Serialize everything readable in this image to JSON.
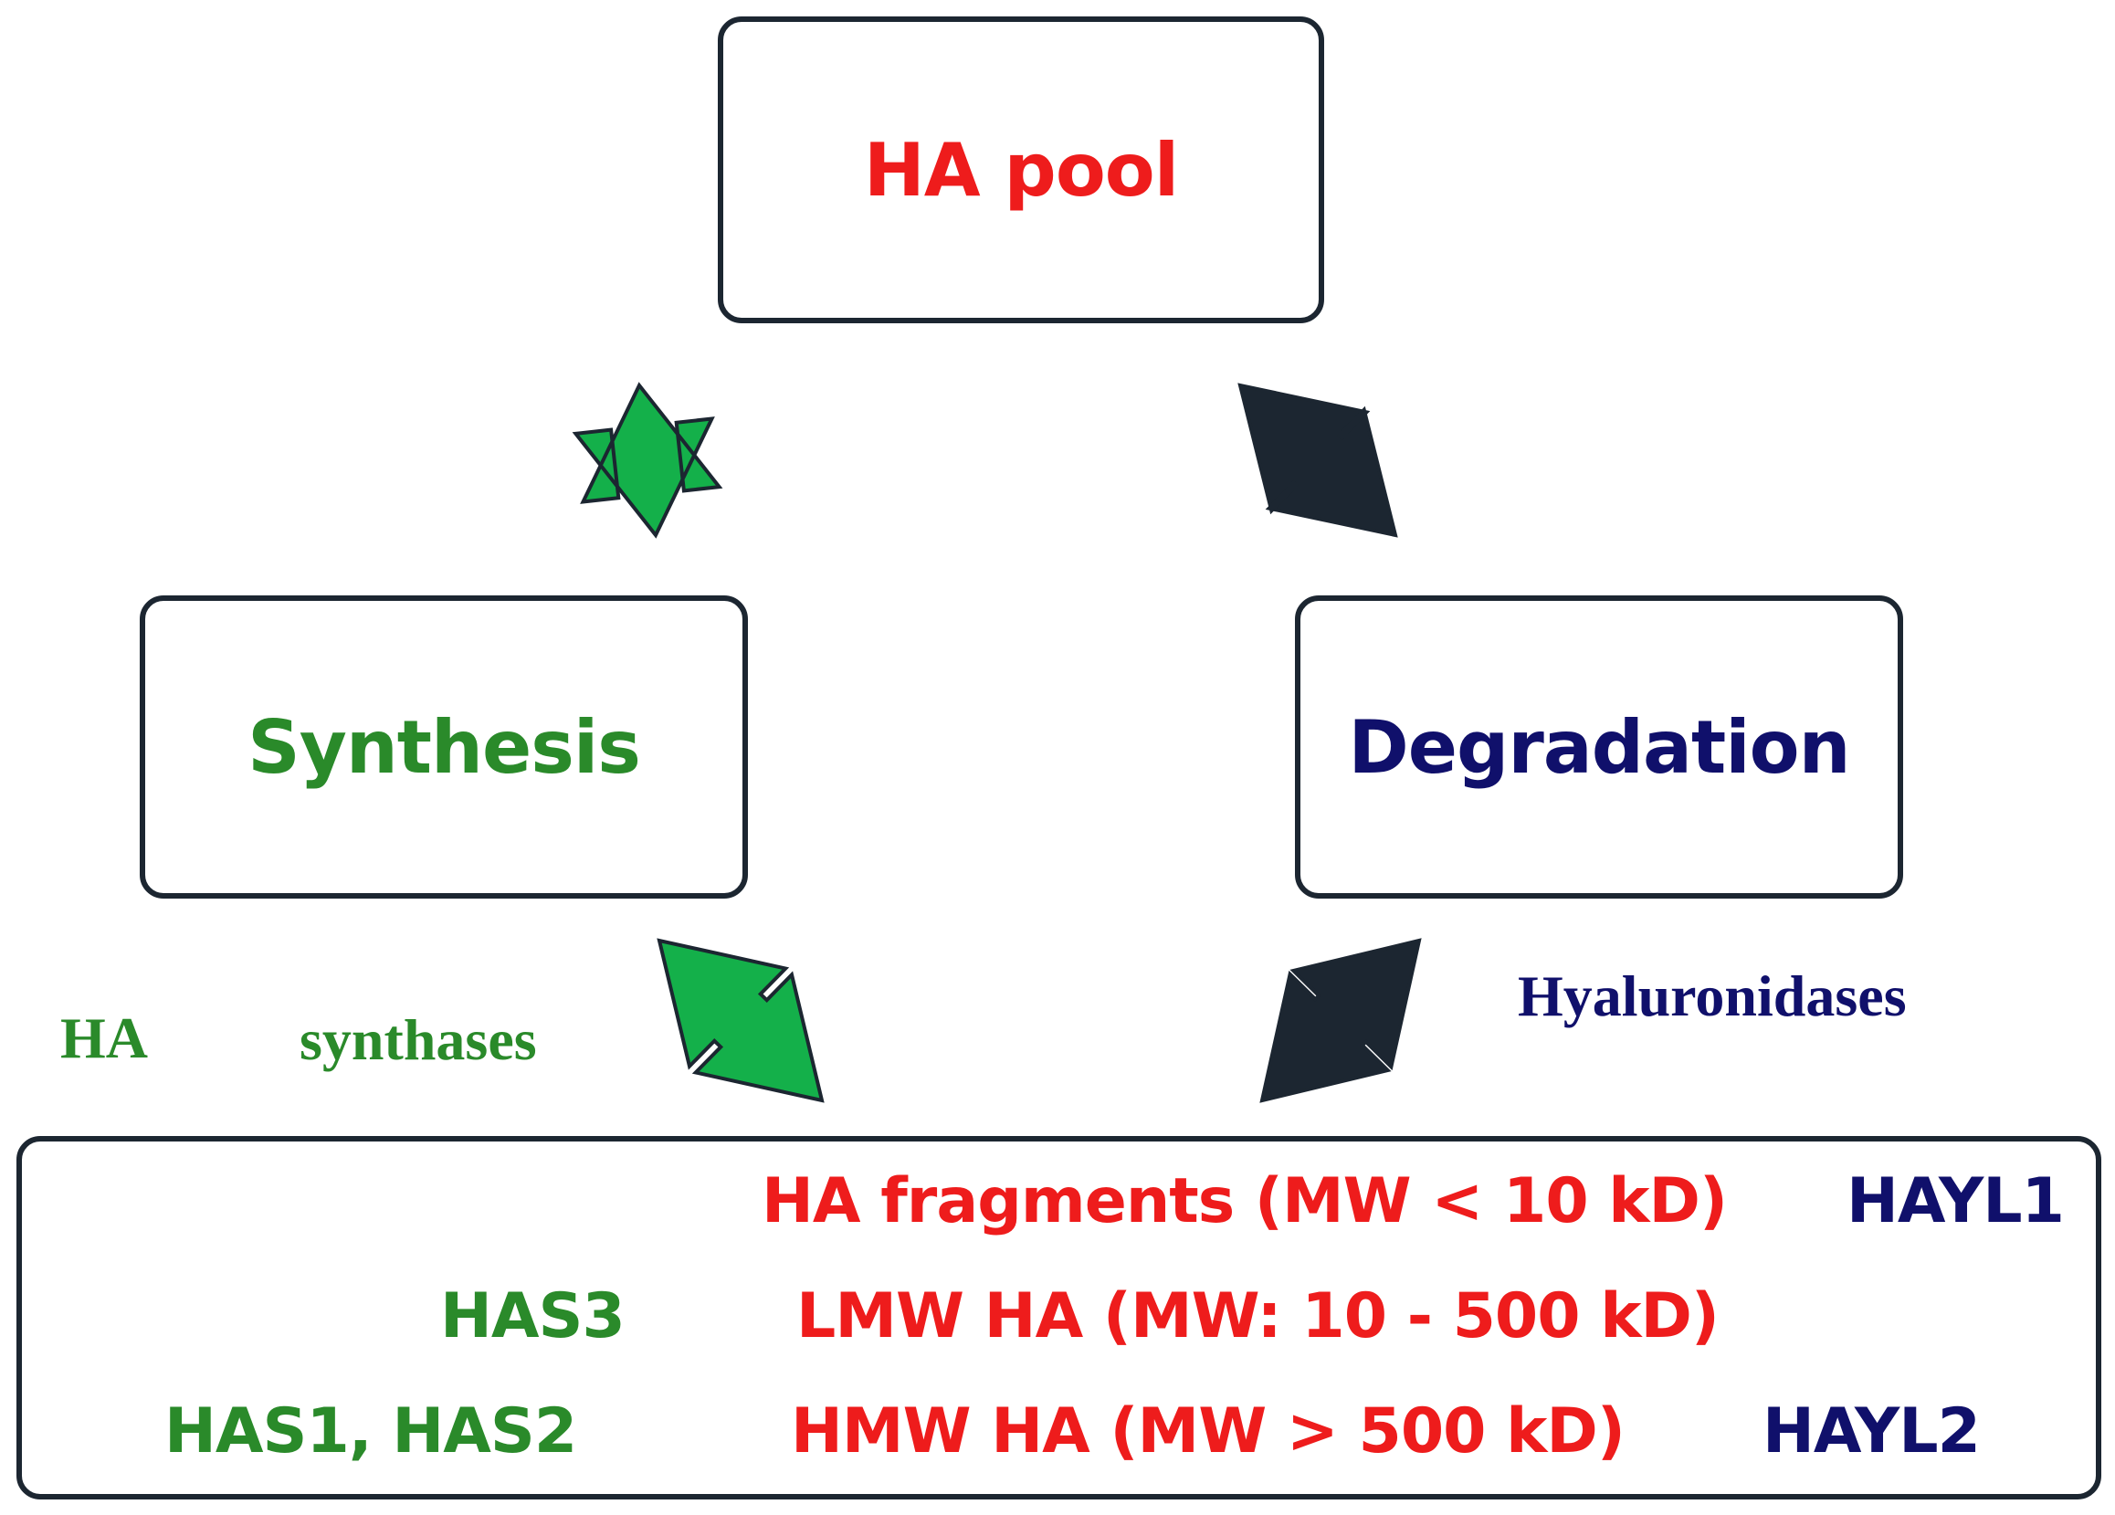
{
  "colors": {
    "red": "#ee1c1c",
    "green": "#2a8a2a",
    "navy": "#10106b",
    "green_arrow": "#14b04a",
    "dark_arrow": "#1c2631",
    "blue_arrow": "#2a73c9",
    "border": "#1c2631"
  },
  "pool": {
    "label": "HA pool"
  },
  "synthesis": {
    "label": "Synthesis"
  },
  "degradation": {
    "label": "Degradation"
  },
  "side_labels": {
    "ha": "HA",
    "synthases": "synthases",
    "hyaluronidases": "Hyaluronidases"
  },
  "rows": {
    "fragments": {
      "text": "HA fragments  (MW < 10 kD)",
      "enzyme": "HAYL1"
    },
    "lmw": {
      "text": "LMW HA  (MW: 10 - 500 kD)",
      "enzyme": "HAS3"
    },
    "hmw": {
      "text": "HMW HA  (MW > 500 kD)",
      "enzyme_left": "HAS1, HAS2",
      "enzyme_right": "HAYL2"
    }
  }
}
